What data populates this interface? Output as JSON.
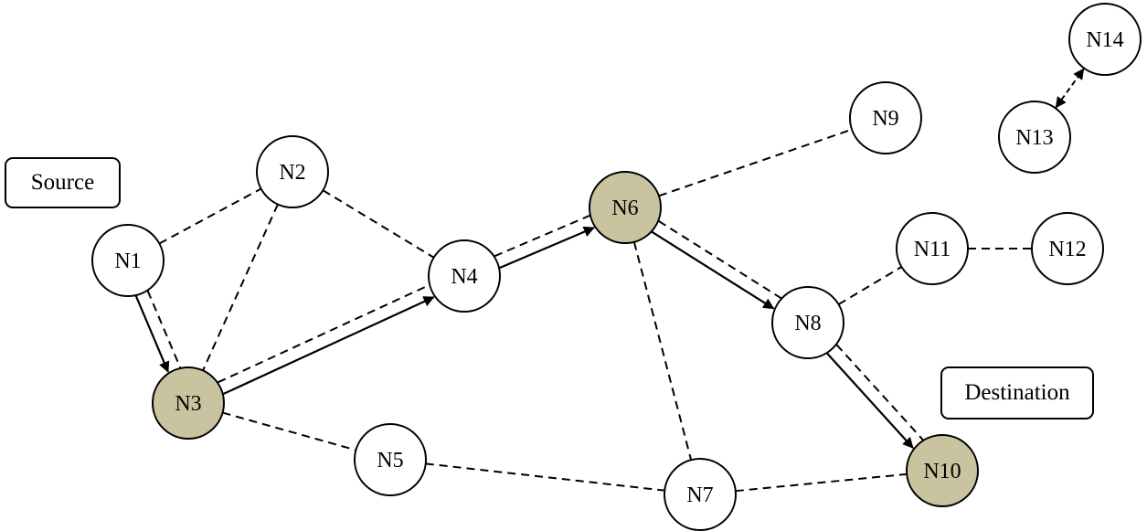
{
  "labels": {
    "source": "Source",
    "destination": "Destination"
  },
  "colors": {
    "highlight_node": "#c9c3a0",
    "normal_node": "#ffffff",
    "stroke": "#000000"
  },
  "nodes": [
    {
      "id": "N1",
      "highlighted": false
    },
    {
      "id": "N2",
      "highlighted": false
    },
    {
      "id": "N3",
      "highlighted": true
    },
    {
      "id": "N4",
      "highlighted": false
    },
    {
      "id": "N5",
      "highlighted": false
    },
    {
      "id": "N6",
      "highlighted": true
    },
    {
      "id": "N7",
      "highlighted": false
    },
    {
      "id": "N8",
      "highlighted": false
    },
    {
      "id": "N9",
      "highlighted": false
    },
    {
      "id": "N10",
      "highlighted": true
    },
    {
      "id": "N11",
      "highlighted": false
    },
    {
      "id": "N12",
      "highlighted": false
    },
    {
      "id": "N13",
      "highlighted": false
    },
    {
      "id": "N14",
      "highlighted": false
    }
  ],
  "dashed_links": [
    [
      "N1",
      "N2"
    ],
    [
      "N2",
      "N3"
    ],
    [
      "N2",
      "N4"
    ],
    [
      "N1",
      "N3"
    ],
    [
      "N3",
      "N4"
    ],
    [
      "N4",
      "N6"
    ],
    [
      "N3",
      "N5"
    ],
    [
      "N5",
      "N7"
    ],
    [
      "N6",
      "N7"
    ],
    [
      "N7",
      "N10"
    ],
    [
      "N6",
      "N9"
    ],
    [
      "N6",
      "N8"
    ],
    [
      "N8",
      "N11"
    ],
    [
      "N11",
      "N12"
    ],
    [
      "N8",
      "N10"
    ]
  ],
  "route_arrows": [
    [
      "N1",
      "N3"
    ],
    [
      "N3",
      "N4"
    ],
    [
      "N4",
      "N6"
    ],
    [
      "N6",
      "N8"
    ],
    [
      "N8",
      "N10"
    ]
  ],
  "bidirectional_arrows": [
    [
      "N13",
      "N14"
    ]
  ]
}
